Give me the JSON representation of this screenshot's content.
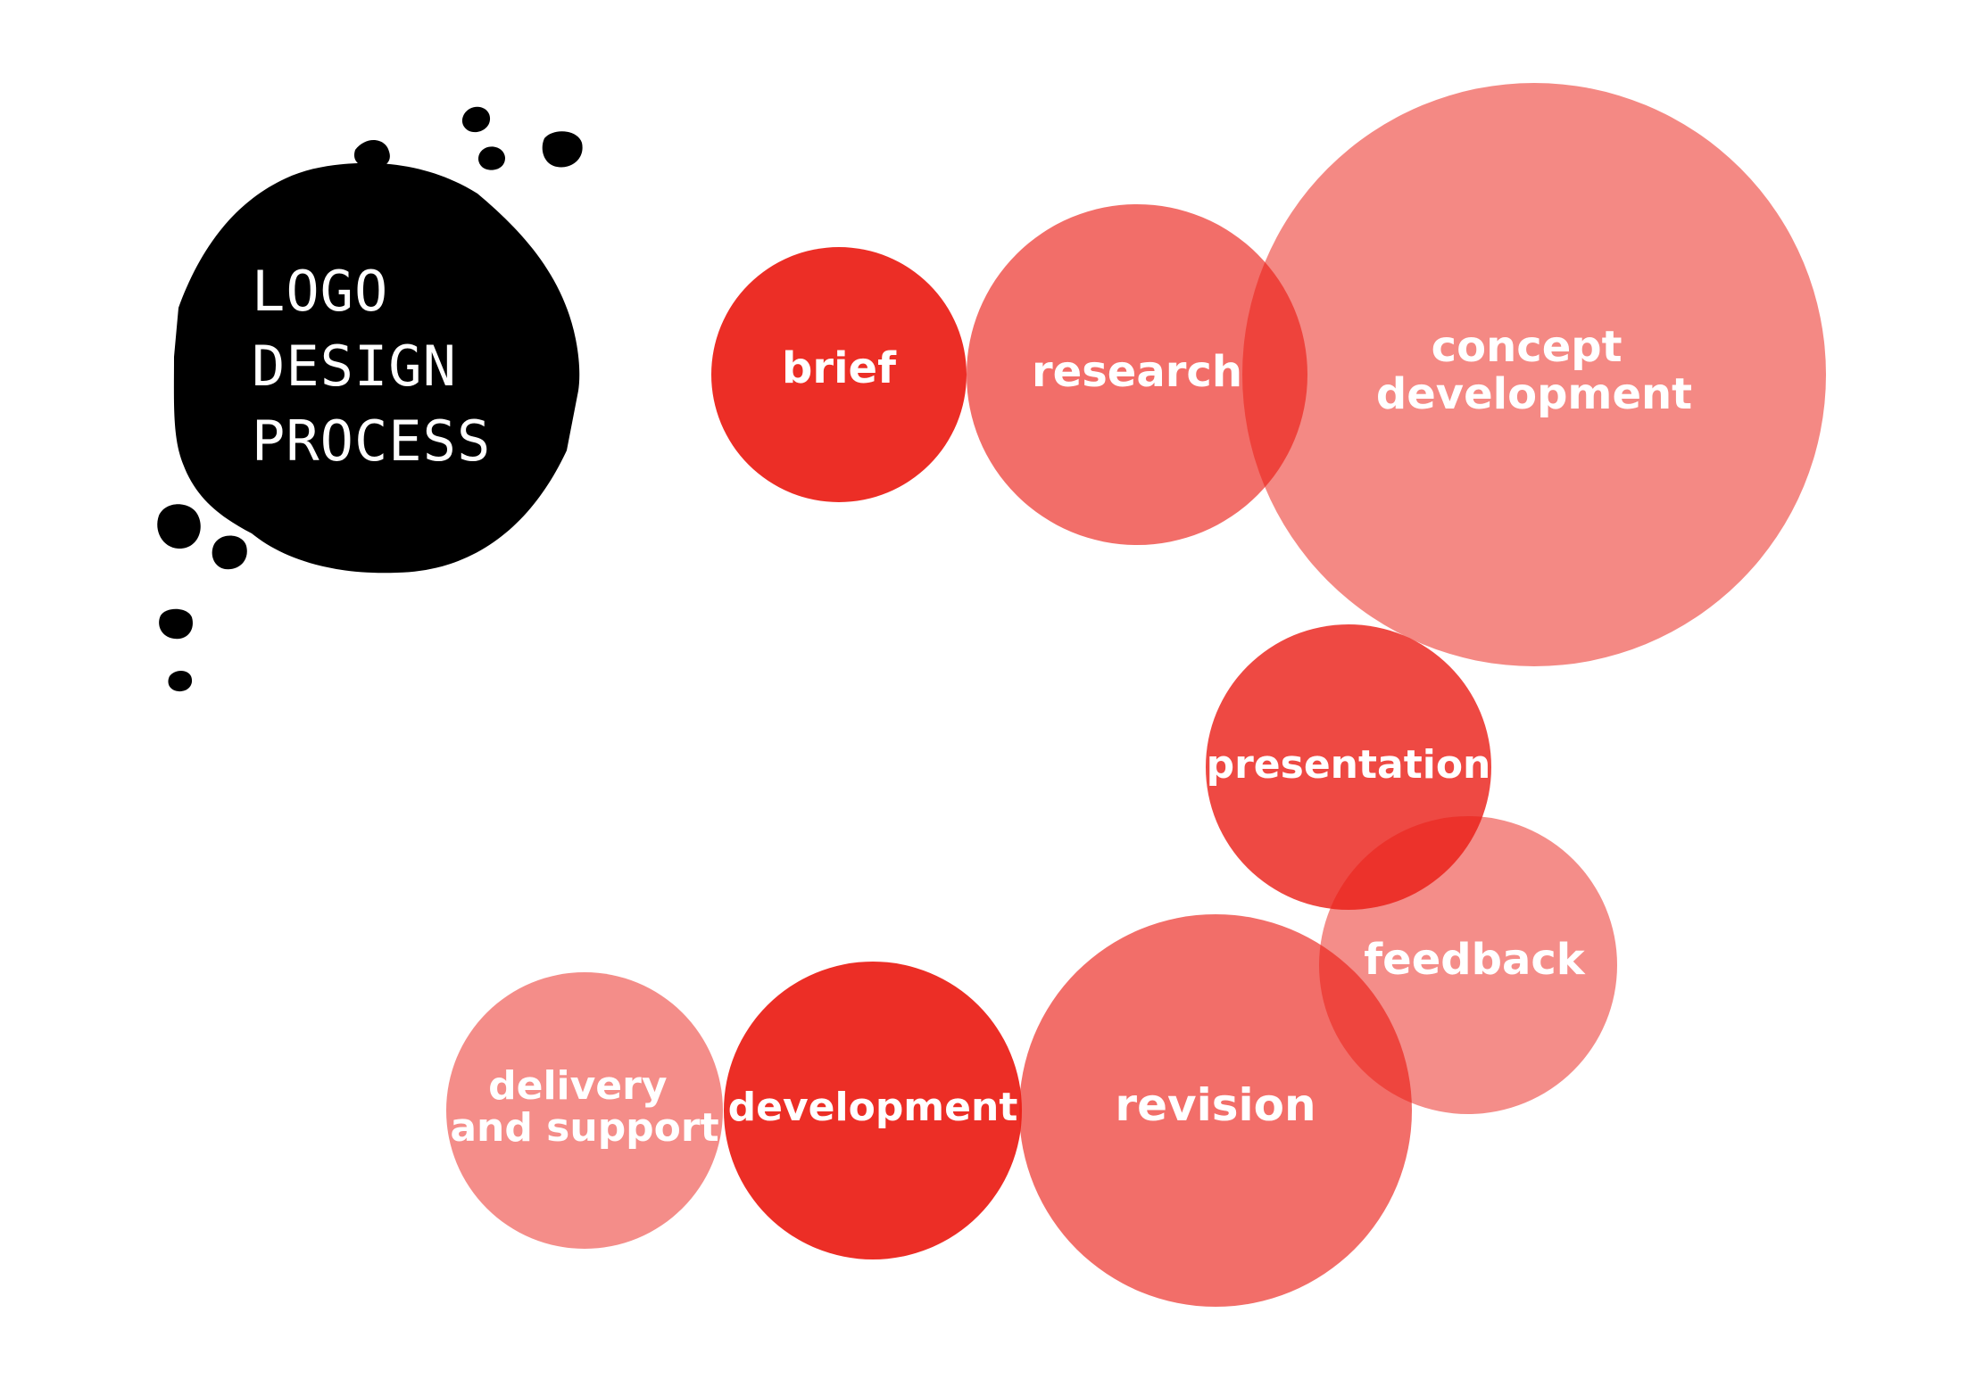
{
  "title": {
    "lines": [
      "LOGO",
      "DESIGN",
      "PROCESS"
    ]
  },
  "colors": {
    "blob": "#000000",
    "label": "#ffffff"
  },
  "steps": [
    {
      "id": "brief",
      "lines": [
        "brief"
      ],
      "color": "#ea1c14",
      "opacity": 0.92
    },
    {
      "id": "research",
      "lines": [
        "research"
      ],
      "color": "#ea1c14",
      "opacity": 0.64
    },
    {
      "id": "concept-development",
      "lines": [
        "concept",
        "development"
      ],
      "color": "#ea1c14",
      "opacity": 0.52
    },
    {
      "id": "presentation",
      "lines": [
        "presentation"
      ],
      "color": "#ea1c14",
      "opacity": 0.8
    },
    {
      "id": "feedback",
      "lines": [
        "feedback"
      ],
      "color": "#ea1c14",
      "opacity": 0.5
    },
    {
      "id": "revision",
      "lines": [
        "revision"
      ],
      "color": "#ea1c14",
      "opacity": 0.64
    },
    {
      "id": "development",
      "lines": [
        "development"
      ],
      "color": "#ea1c14",
      "opacity": 0.92
    },
    {
      "id": "delivery-and-support",
      "lines": [
        "delivery",
        "and support"
      ],
      "color": "#ea1c14",
      "opacity": 0.5
    }
  ]
}
